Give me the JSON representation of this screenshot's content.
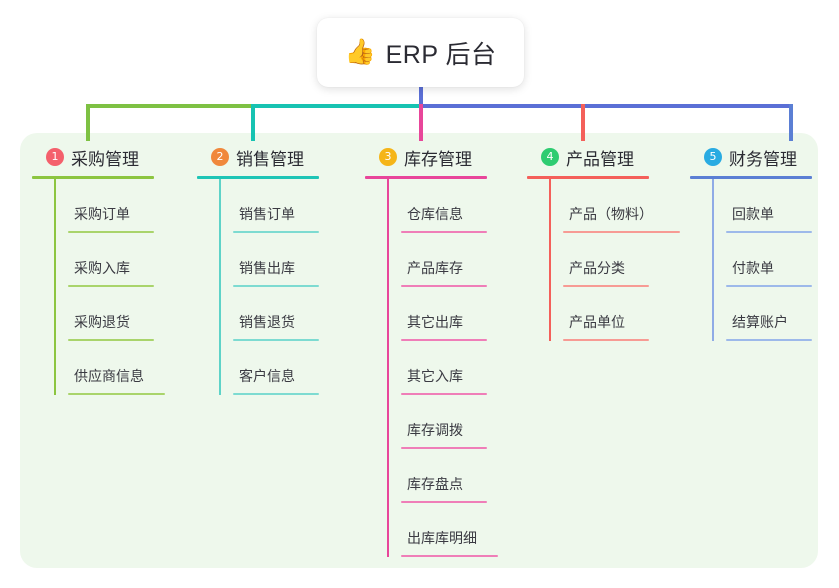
{
  "root": {
    "icon": "thumbs-up-icon",
    "emoji": "👍",
    "title": "ERP 后台"
  },
  "colors": {
    "panel_background": "#eef8ec",
    "canvas_background": "#ffffff",
    "stem": "#5b6fd6",
    "text": "#2b2b33"
  },
  "connectors": {
    "segments": [
      {
        "name": "segment-green",
        "color": "#7ec143"
      },
      {
        "name": "segment-teal",
        "color": "#17c3b2"
      },
      {
        "name": "segment-blue",
        "color": "#5b6fd6"
      }
    ]
  },
  "columns": [
    {
      "index": "1",
      "badge_color": "#f4606c",
      "line_color": "#8cc540",
      "title": "采购管理",
      "items": [
        "采购订单",
        "采购入库",
        "采购退货",
        "供应商信息"
      ]
    },
    {
      "index": "2",
      "badge_color": "#f0883c",
      "line_color": "#1ec5b6",
      "title": "销售管理",
      "items": [
        "销售订单",
        "销售出库",
        "销售退货",
        "客户信息"
      ]
    },
    {
      "index": "3",
      "badge_color": "#f5b518",
      "line_color": "#e8469a",
      "title": "库存管理",
      "items": [
        "仓库信息",
        "产品库存",
        "其它出库",
        "其它入库",
        "库存调拨",
        "库存盘点",
        "出库库明细"
      ]
    },
    {
      "index": "4",
      "badge_color": "#2ecc71",
      "line_color": "#f4605a",
      "title": "产品管理",
      "items": [
        "产品（物料）",
        "产品分类",
        "产品单位"
      ]
    },
    {
      "index": "5",
      "badge_color": "#29abe2",
      "line_color": "#5b7fd4",
      "title": "财务管理",
      "items": [
        "回款单",
        "付款单",
        "结算账户"
      ]
    }
  ]
}
